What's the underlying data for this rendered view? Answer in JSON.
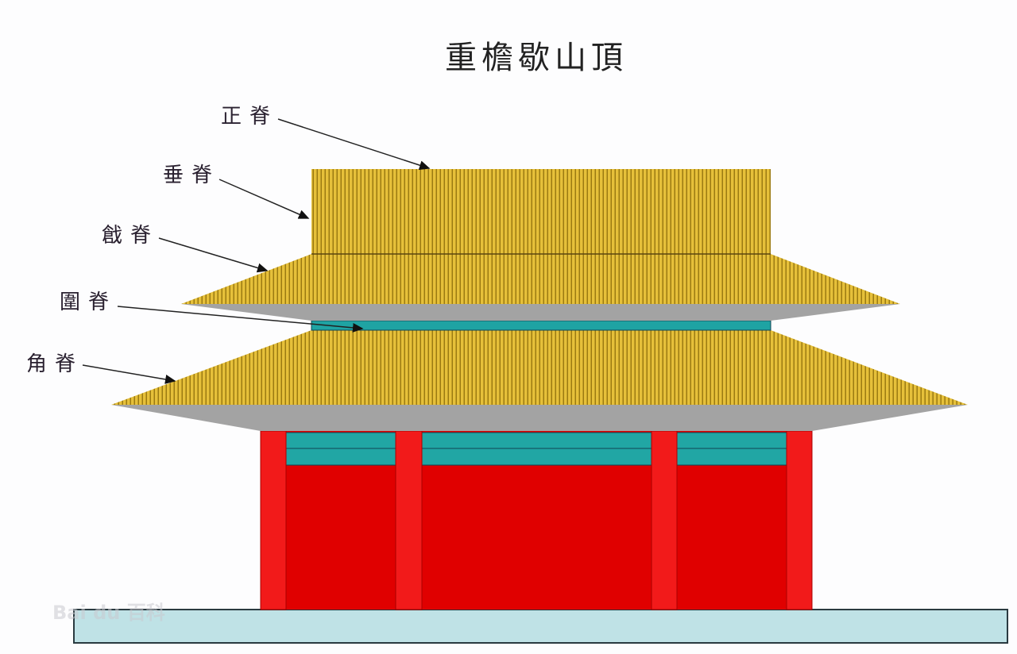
{
  "title": "重檐歇山頂",
  "labels": [
    {
      "id": "zhengji",
      "text": "正脊"
    },
    {
      "id": "chuiji",
      "text": "垂脊"
    },
    {
      "id": "qiangji",
      "text": "戧脊"
    },
    {
      "id": "weiji",
      "text": "圍脊"
    },
    {
      "id": "jiaoji",
      "text": "角脊"
    }
  ],
  "watermark": "Bai du 百科",
  "colors": {
    "roof_tile": "#e6c03a",
    "roof_groove": "#9b7a12",
    "soffit": "#a3a3a3",
    "teal": "#1fa3a3",
    "wall_red": "#e00000",
    "column_red": "#f21a1a",
    "base": "#bfe2e6"
  }
}
